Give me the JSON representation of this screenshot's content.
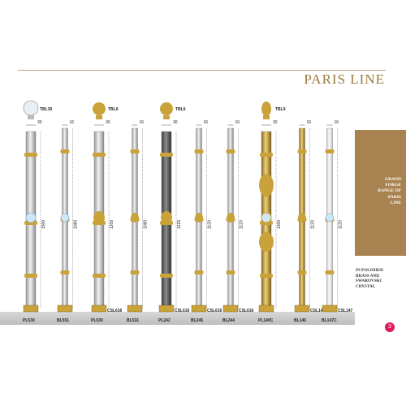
{
  "header": {
    "title": "PARIS LINE"
  },
  "side_panel": {
    "text": "GRAND\nFORGE\nRANGE OF\nPARIS\nLINE"
  },
  "note": {
    "text": "IN POLISHED\nBRASS AND\nSWAROVSKI\nCRYSTAL"
  },
  "page_number": "3",
  "colors": {
    "gold": "#c9a23a",
    "brown_panel": "#a88250",
    "accent_badge": "#e0185e"
  },
  "products": [
    {
      "code": "PL530",
      "top_code": "TBL30",
      "width": "30",
      "height": "1500",
      "base_code": "",
      "finial": "crystal",
      "shaft": "silver"
    },
    {
      "code": "BL551",
      "top_code": "",
      "width": "16",
      "height": "1080",
      "base_code": "",
      "finial": "",
      "shaft": "silver"
    },
    {
      "code": "PL530",
      "top_code": "TBL6",
      "width": "30",
      "height": "1200",
      "base_code": "CSL616",
      "finial": "gold-ball",
      "shaft": "silver"
    },
    {
      "code": "BL531",
      "top_code": "",
      "width": "16",
      "height": "1080",
      "base_code": "",
      "finial": "",
      "shaft": "silver"
    },
    {
      "code": "PL242",
      "top_code": "TBL6",
      "width": "30",
      "height": "1225",
      "base_code": "CSL616",
      "finial": "gold-ball",
      "shaft": "dark"
    },
    {
      "code": "BL245",
      "top_code": "",
      "width": "16",
      "height": "1120",
      "base_code": "CSL616",
      "finial": "",
      "shaft": "silver"
    },
    {
      "code": "BL244",
      "top_code": "",
      "width": "16",
      "height": "1120",
      "base_code": "CSL616",
      "finial": "",
      "shaft": "silver"
    },
    {
      "code": "PL140C",
      "top_code": "TBL9",
      "width": "30",
      "height": "1300",
      "base_code": "",
      "finial": "gold-urn",
      "shaft": "gold"
    },
    {
      "code": "BL145",
      "top_code": "",
      "width": "16",
      "height": "1120",
      "base_code": "CSL147",
      "finial": "",
      "shaft": "gold"
    },
    {
      "code": "BL147C",
      "top_code": "",
      "width": "16",
      "height": "1120",
      "base_code": "CSL147",
      "finial": "",
      "shaft": "white-gold"
    }
  ]
}
